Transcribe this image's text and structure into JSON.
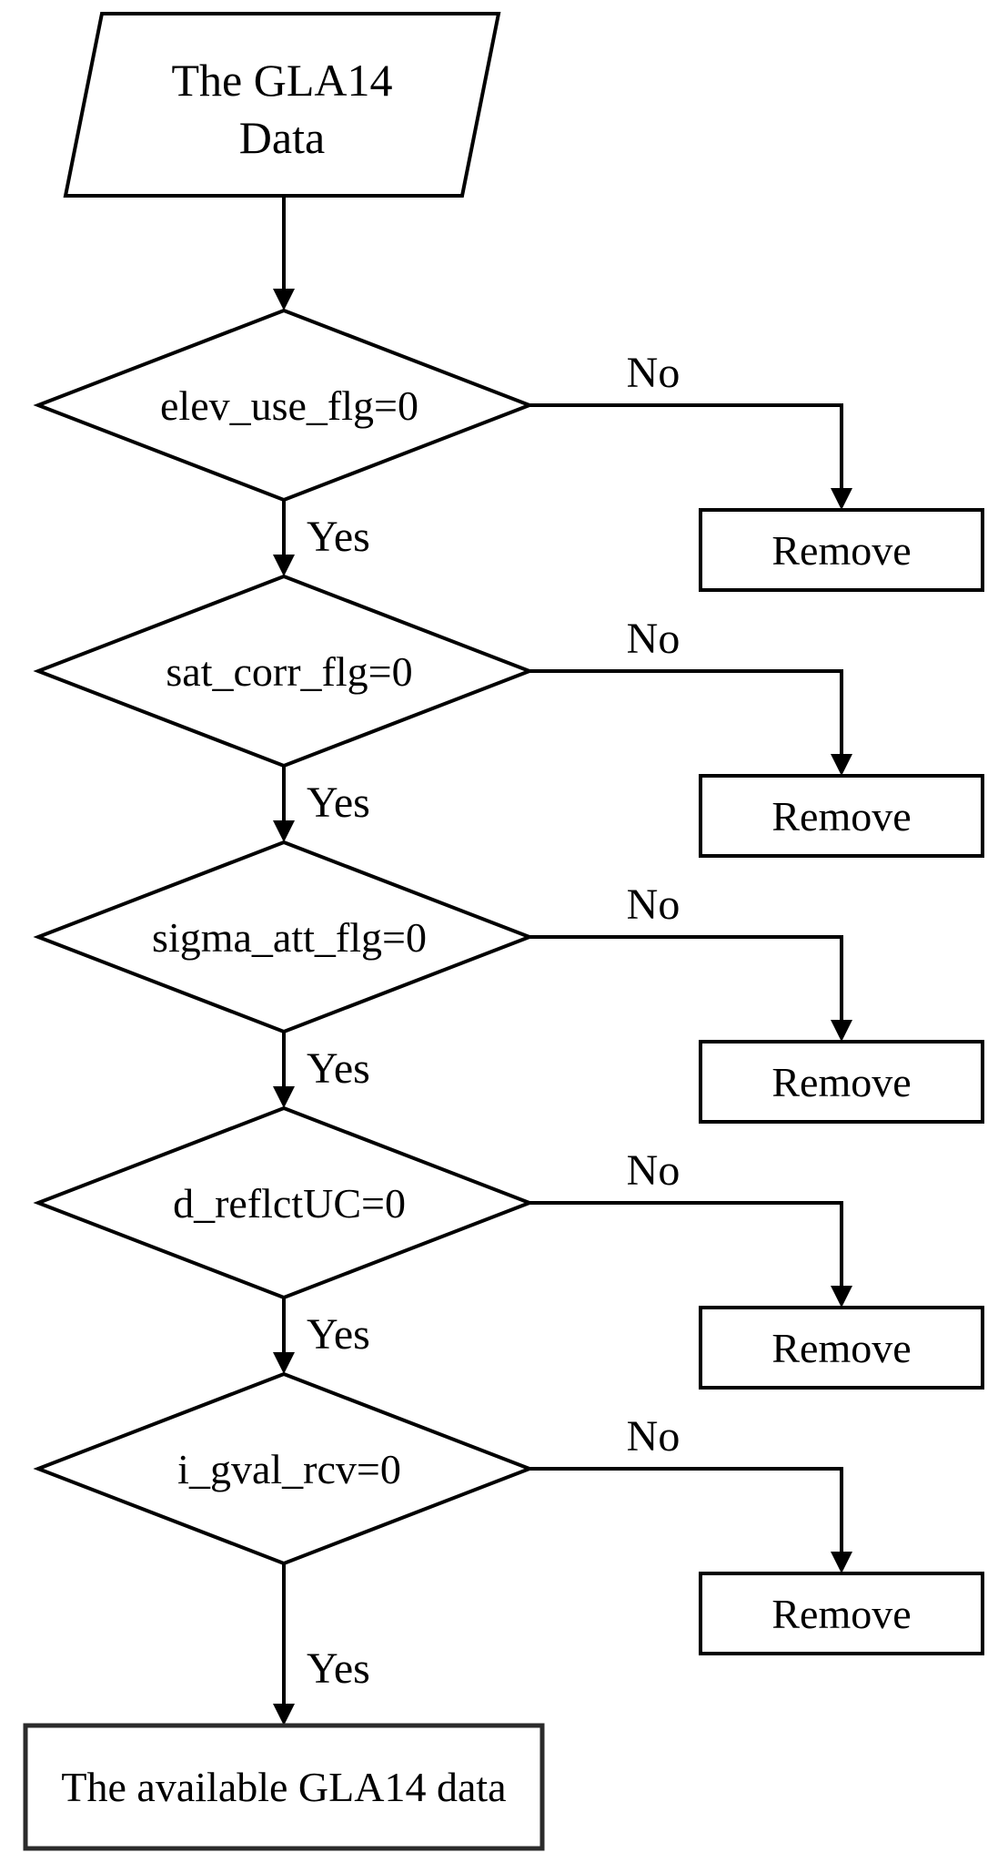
{
  "flowchart": {
    "background_color": "#ffffff",
    "stroke_color": "#000000",
    "text_color": "#000000",
    "start": {
      "line1": "The GLA14",
      "line2": "Data"
    },
    "decisions": [
      {
        "condition": "elev_use_flg=0",
        "yes_label": "Yes",
        "no_label": "No",
        "remove_label": "Remove"
      },
      {
        "condition": "sat_corr_flg=0",
        "yes_label": "Yes",
        "no_label": "No",
        "remove_label": "Remove"
      },
      {
        "condition": "sigma_att_flg=0",
        "yes_label": "Yes",
        "no_label": "No",
        "remove_label": "Remove"
      },
      {
        "condition": "d_reflctUC=0",
        "yes_label": "Yes",
        "no_label": "No",
        "remove_label": "Remove"
      },
      {
        "condition": "i_gval_rcv=0",
        "yes_label": "Yes",
        "no_label": "No",
        "remove_label": "Remove"
      }
    ],
    "end": {
      "label": "The available GLA14 data"
    }
  }
}
